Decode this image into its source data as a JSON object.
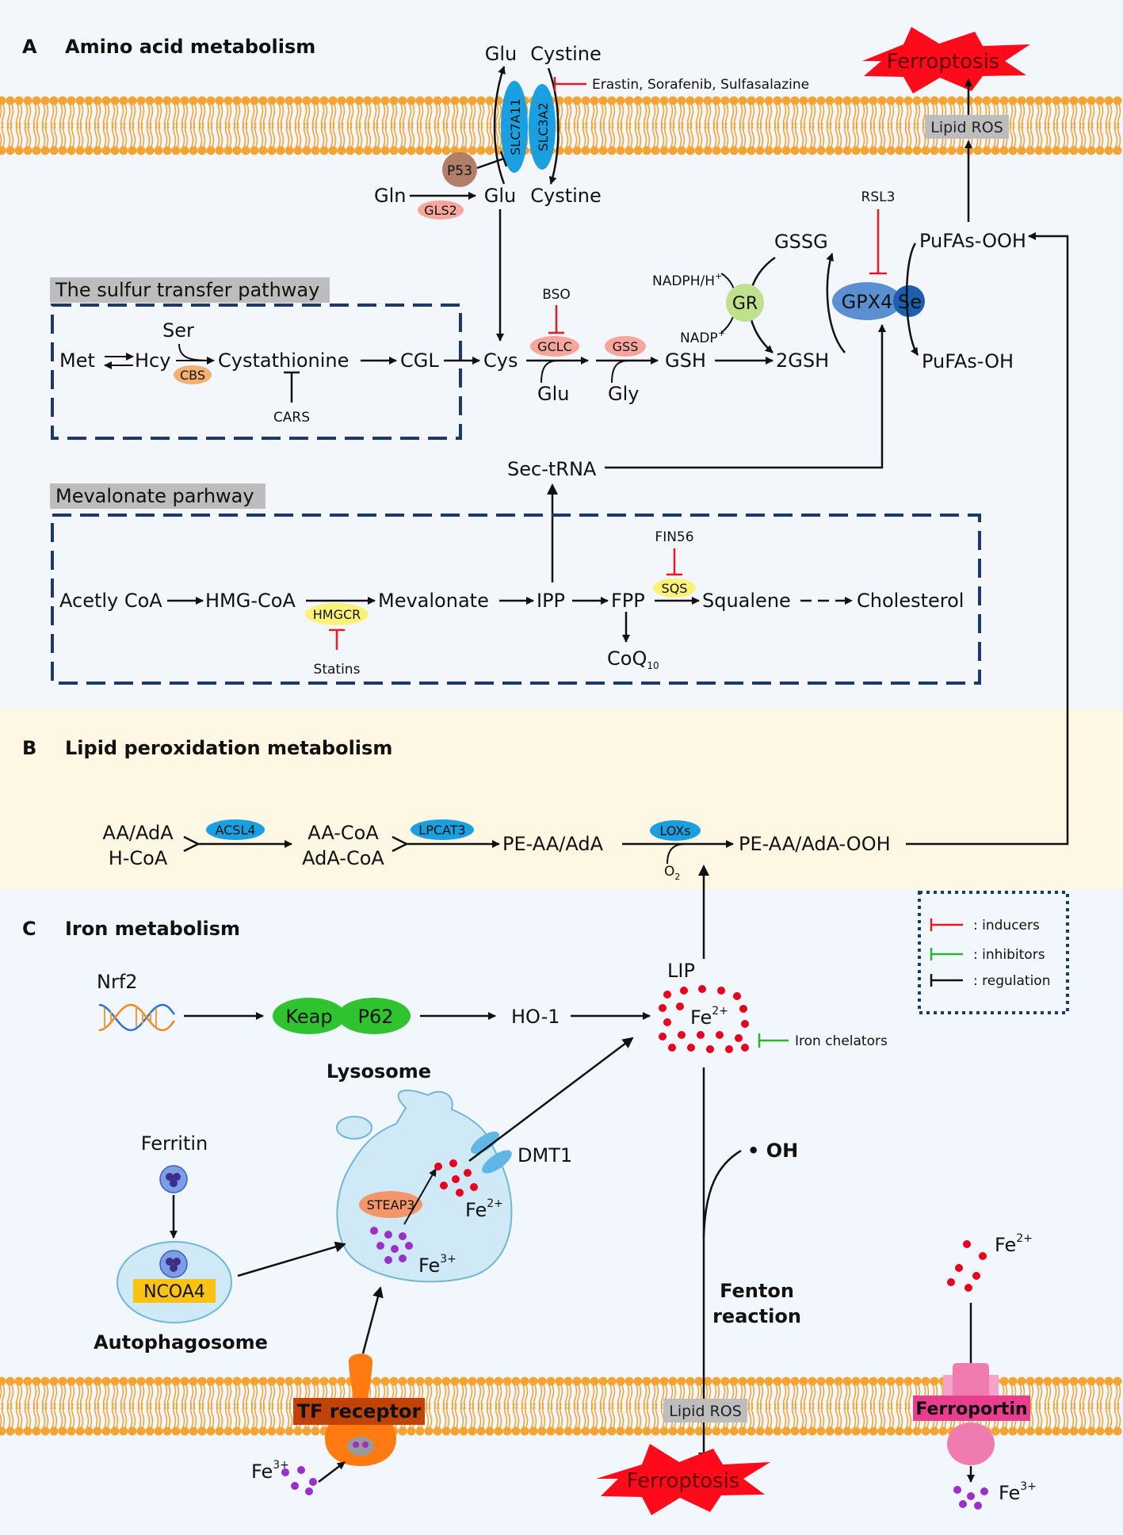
{
  "sections": {
    "a": {
      "letter": "A",
      "title": "Amino acid metabolism"
    },
    "b": {
      "letter": "B",
      "title": "Lipid peroxidation metabolism"
    },
    "c": {
      "letter": "C",
      "title": "Iron metabolism"
    }
  },
  "colors": {
    "bg_a": "#f3f6fb",
    "bg_b": "#fdf7e4",
    "bg_c": "#f2f7fd",
    "membrane": "#f4a433",
    "transporter": "#1aa0e0",
    "enzyme_red": "#f7a69b",
    "enzyme_yellow": "#fcf27a",
    "enzyme_orange": "#f4b071",
    "gpx4": "#5a8fd2",
    "keap": "#2fc42f",
    "iron_red": "#e8001c",
    "iron_purple": "#9b2fcc",
    "inducer": "#e8191f",
    "inhibitor": "#2ab52a",
    "regulation": "#111111",
    "dash_box": "#1b3a6b",
    "ferroptosis": "#ff0a1a",
    "ferroportin": "#ea3d8e",
    "tf_receptor": "#ff7a10"
  },
  "amino": {
    "glu_top": "Glu",
    "cystine_top": "Cystine",
    "slc7a11": "SLC7A11",
    "slc3a2": "SLC3A2",
    "erastin": "Erastin, Sorafenib, Sulfasalazine",
    "p53": "P53",
    "gln": "Gln",
    "gls2": "GLS2",
    "glu_bottom": "Glu",
    "cystine_bottom": "Cystine",
    "rsl3": "RSL3",
    "gssg": "GSSG",
    "pufa_ooh": "PuFAs-OOH",
    "nadph": "NADPH/H",
    "nadph_sup": "+",
    "gr": "GR",
    "nadp": "NADP",
    "nadp_sup": "+",
    "gpx4": "GPX4",
    "se": "Se",
    "two_gsh": "2GSH",
    "pufa_oh": "PuFAs-OH",
    "bso": "BSO",
    "gclc": "GCLC",
    "gss": "GSS",
    "cys": "Cys",
    "gsh": "GSH",
    "glu_in": "Glu",
    "gly": "Gly",
    "sec_trna": "Sec-tRNA",
    "ferroptosis": "Ferroptosis",
    "lipid_ros": "Lipid ROS"
  },
  "sulfur": {
    "label": "The sulfur transfer pathway",
    "met": "Met",
    "hcy": "Hcy",
    "ser": "Ser",
    "cbs": "CBS",
    "cystathionine": "Cystathionine",
    "cgl": "CGL",
    "cars": "CARS"
  },
  "mevalonate": {
    "label": "Mevalonate parhway",
    "acetyl": "Acetly CoA",
    "hmgcoa": "HMG-CoA",
    "hmgcr": "HMGCR",
    "statins": "Statins",
    "mevalonate": "Mevalonate",
    "ipp": "IPP",
    "fpp": "FPP",
    "fin56": "FIN56",
    "sqs": "SQS",
    "squalene": "Squalene",
    "cholesterol": "Cholesterol",
    "coq": "CoQ",
    "coq_sub": "10"
  },
  "lipid": {
    "aa_adacoa_1": "AA/AdA",
    "aa_adacoa_2": "H-CoA",
    "acsl4": "ACSL4",
    "aacoa_1": "AA-CoA",
    "aacoa_2": "AdA-CoA",
    "lpcat3": "LPCAT3",
    "pe_aa": "PE-AA/AdA",
    "loxs": "LOXs",
    "o2": "O",
    "o2_sub": "2",
    "pe_aa_ooh": "PE-AA/AdA-OOH"
  },
  "legend": {
    "inducers": ": inducers",
    "inhibitors": ": inhibitors",
    "regulation": ": regulation"
  },
  "iron": {
    "nrf2": "Nrf2",
    "keap": "Keap",
    "p62": "P62",
    "ho1": "HO-1",
    "lip": "LIP",
    "fe2_lip": "Fe",
    "fe2_sup": "2+",
    "iron_chelators": "Iron chelators",
    "lysosome": "Lysosome",
    "ferritin": "Ferritin",
    "dmt1": "DMT1",
    "steap3": "STEAP3",
    "fe2_lyso": "Fe",
    "fe2_lyso_sup": "2+",
    "fe3_lyso": "Fe",
    "fe3_lyso_sup": "3+",
    "ncoa4": "NCOA4",
    "autophagosome": "Autophagosome",
    "oh": "• OH",
    "fenton1": "Fenton",
    "fenton2": "reaction",
    "fe2_out": "Fe",
    "fe2_out_sup": "2+",
    "tf_receptor": "TF receptor",
    "lipid_ros": "Lipid ROS",
    "ferroptosis": "Ferroptosis",
    "ferroportin": "Ferroportin",
    "fe3_in": "Fe",
    "fe3_in_sup": "3+",
    "fe3_out": "Fe",
    "fe3_out_sup": "3+"
  }
}
